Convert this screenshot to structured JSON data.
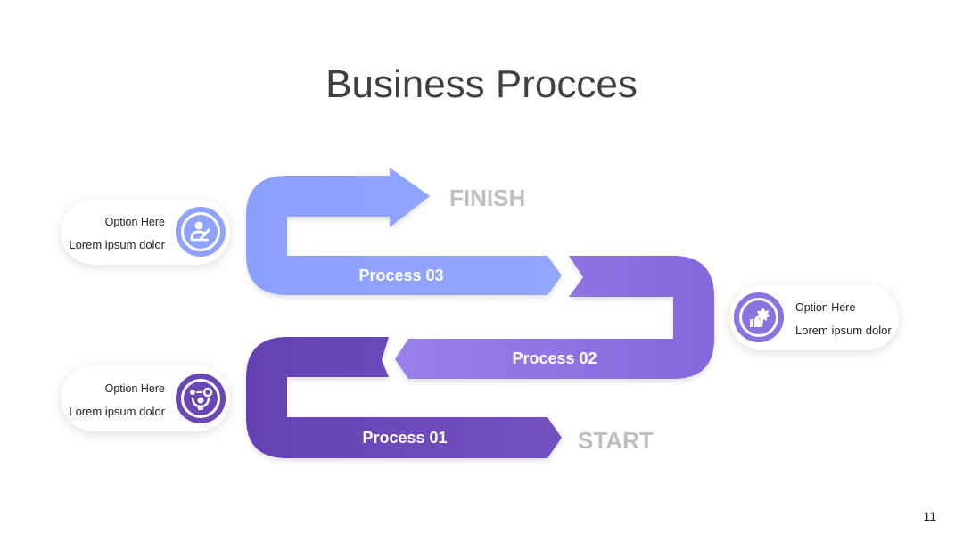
{
  "slide": {
    "title": "Business Procces",
    "page_number": "11"
  },
  "colors": {
    "process_03": "#8fa2fd",
    "process_02": "#8c72e0",
    "process_01": "#6b47b6"
  },
  "diagram": {
    "processes": [
      {
        "label": "Process 01"
      },
      {
        "label": "Process 02"
      },
      {
        "label": "Process 03"
      }
    ],
    "start_label": "START",
    "finish_label": "FINISH"
  },
  "options": [
    {
      "title": "Option Here",
      "subtitle": "Lorem ipsum dolor",
      "icon": "person-pen-icon"
    },
    {
      "title": "Option Here",
      "subtitle": "Lorem ipsum dolor",
      "icon": "thumbs-up-badge-icon"
    },
    {
      "title": "Option Here",
      "subtitle": "Lorem ipsum dolor",
      "icon": "person-ideas-icon"
    }
  ]
}
